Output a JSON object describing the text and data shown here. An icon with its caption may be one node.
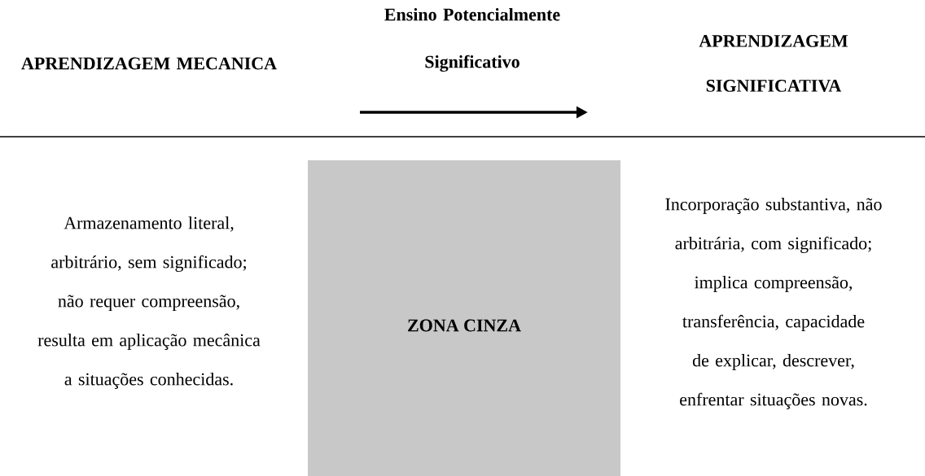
{
  "diagram": {
    "nodes": [
      {
        "text": [
          "ZONA CINZA"
        ]
      }
    ],
    "labels": [
      "APRENDIZAGEM MECANICA",
      "Ensino Potencialmente Significativo",
      "APRENDIZAGEM SIGNIFICATIVA",
      "Armazenamento literal, arbitrário, sem significado; não requer compreensão, resulta em aplicação mecânica a situações conhecidas.",
      "Incorporação substantiva, não arbitrária, com significado; implica compreensão, transferência, capacidade de explicar, descrever, enfrentar situações novas."
    ]
  }
}
